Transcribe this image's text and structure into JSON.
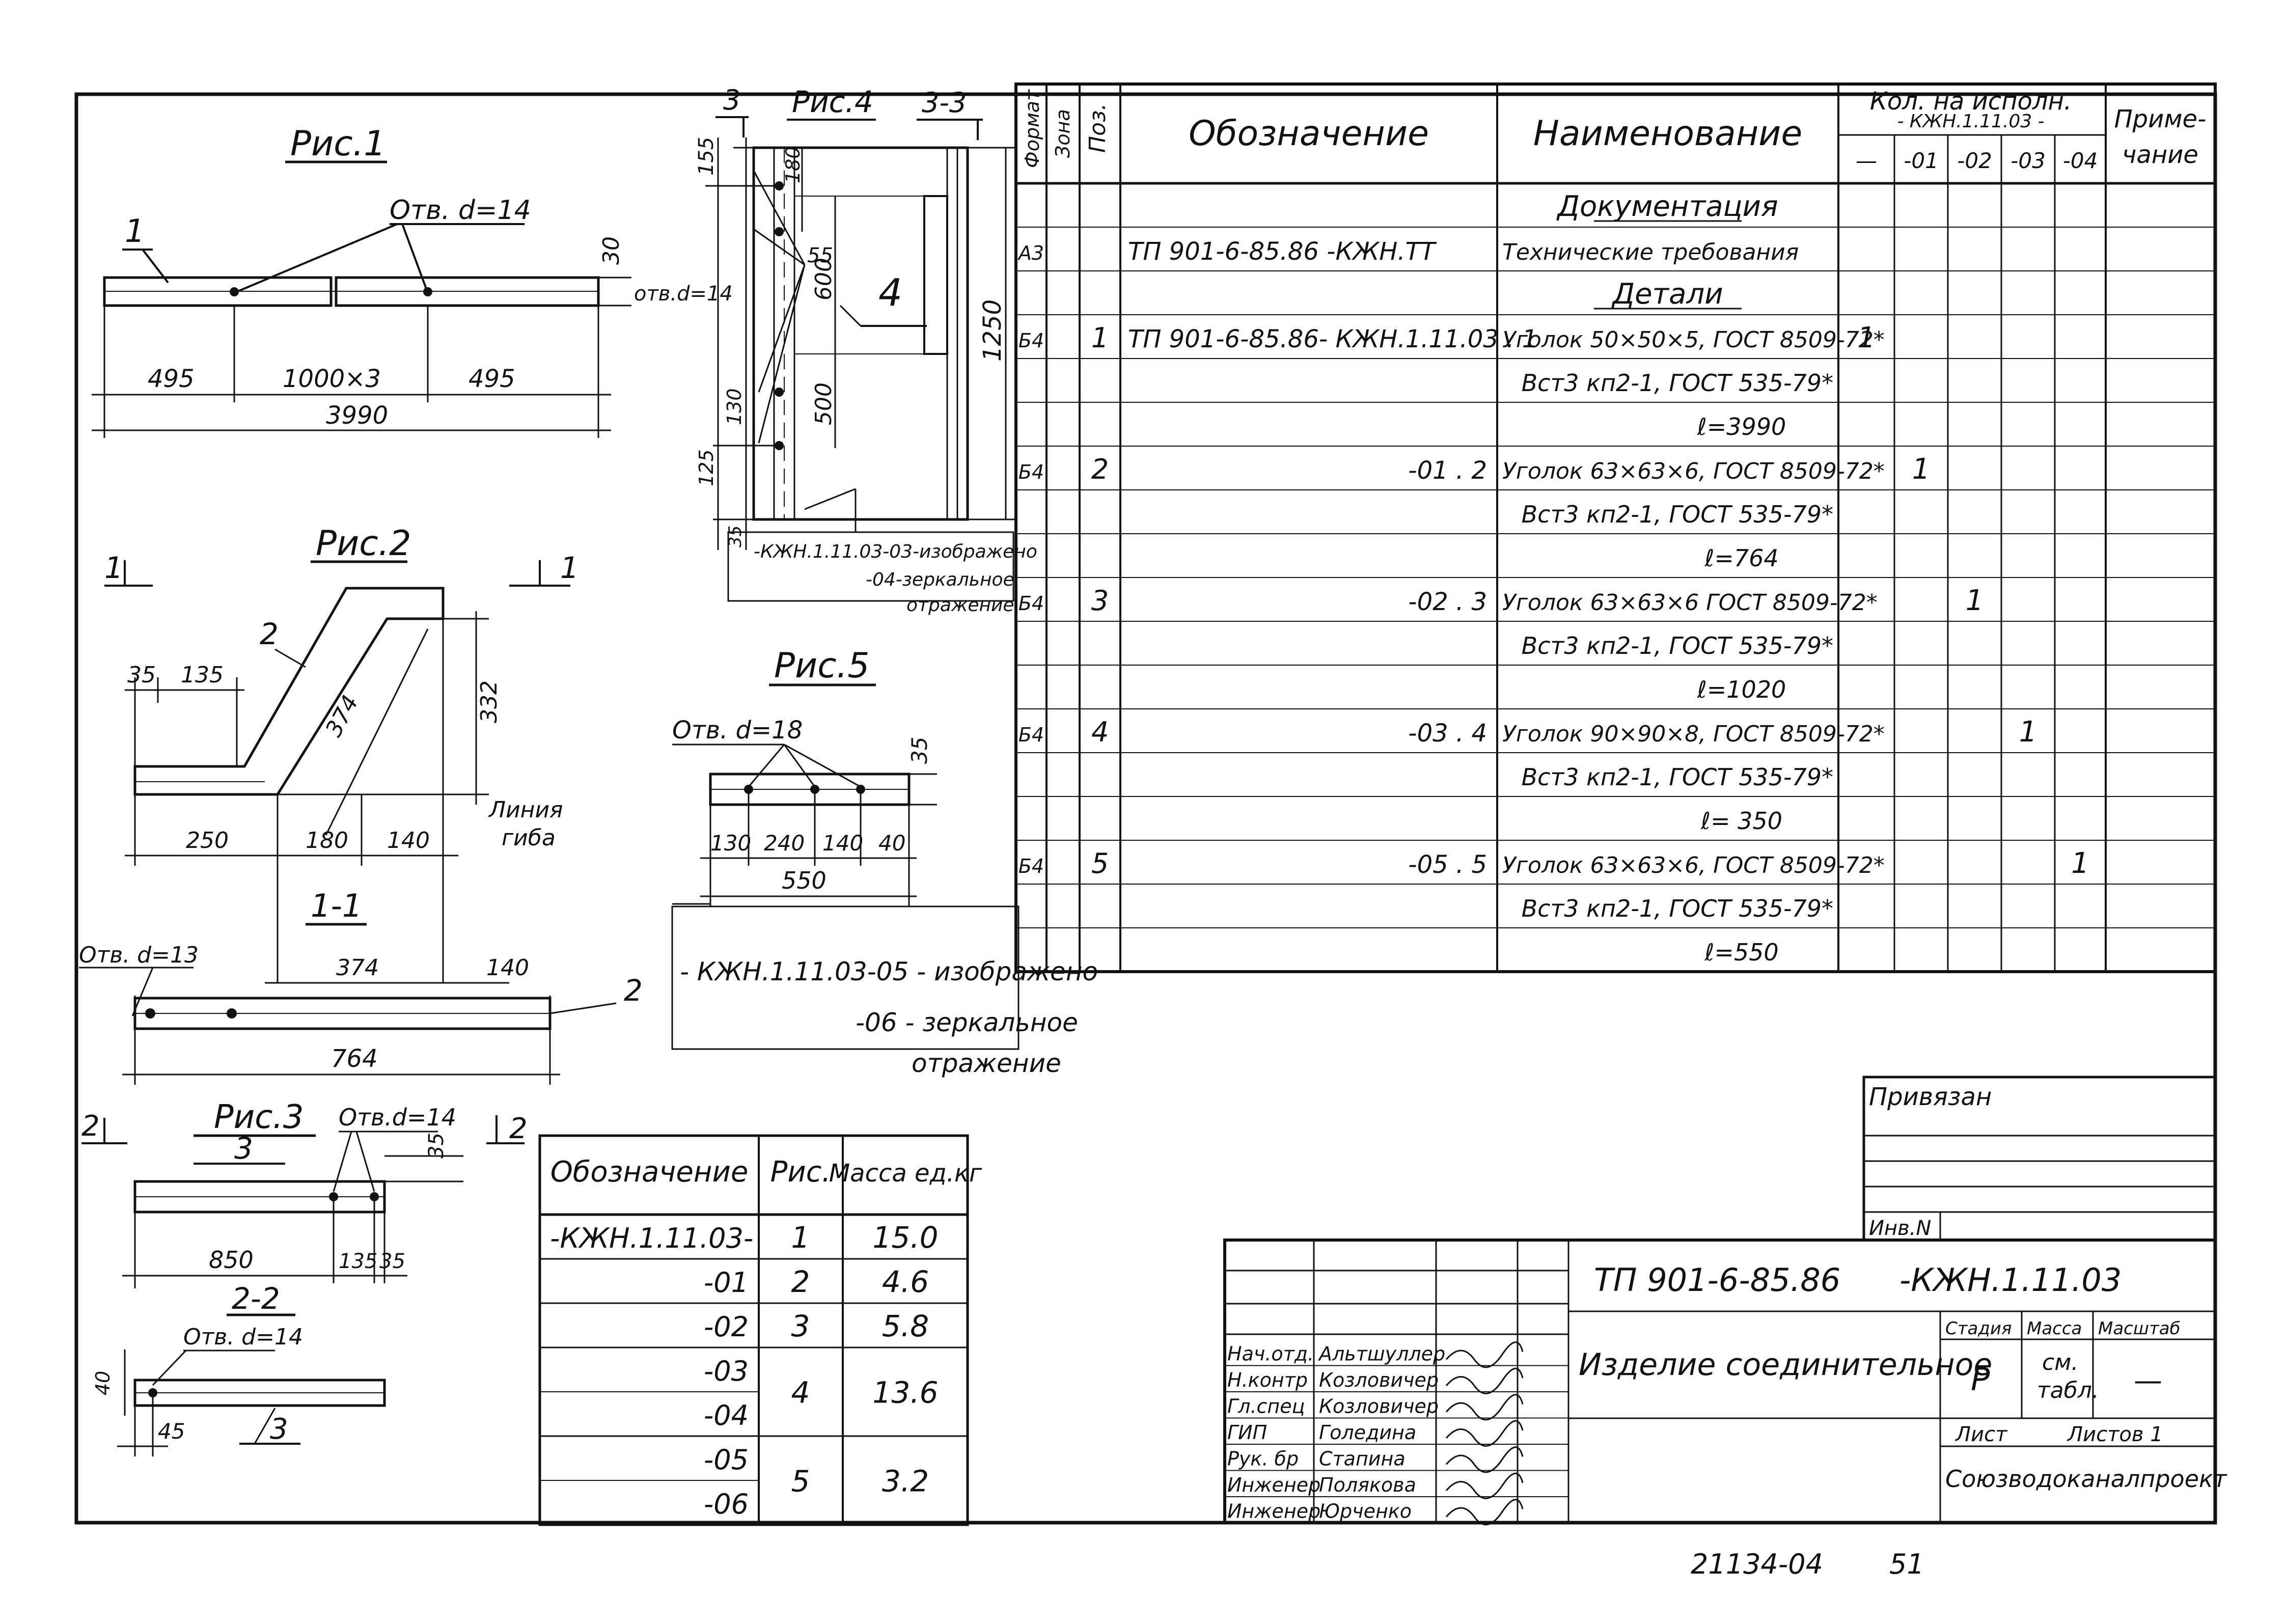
{
  "figures": {
    "fig1": {
      "title": "Рис.1",
      "hole": "Отв. d=14",
      "hole_side": "отв.d=14",
      "pos": "1",
      "thick": "30",
      "dims": [
        "495",
        "1000×3",
        "495"
      ],
      "total": "3990"
    },
    "fig2": {
      "title": "Рис.2",
      "pos": "2",
      "dims_top": [
        "35",
        "135"
      ],
      "diag": "374",
      "height": "332",
      "dims_bottom": [
        "250",
        "180",
        "140"
      ],
      "bend_line": [
        "Линия",
        "гиба"
      ],
      "cut1": "1",
      "cut1b": "1"
    },
    "sect11": {
      "title": "1-1",
      "hole": "Отв. d=13",
      "dims_top": [
        "374",
        "140"
      ],
      "pos": "2",
      "total": "764",
      "note1": "- КЖН.1.11.03-05 - изображено",
      "note2": "-06 - зеркальное",
      "note3": "отражение"
    },
    "fig3": {
      "title": "Рис.3",
      "hole": "Отв.d=14",
      "pos": "3",
      "thick": "35",
      "dims": [
        "850",
        "135",
        "35"
      ],
      "cut2": "2",
      "cut2b": "2"
    },
    "sect22": {
      "title": "2-2",
      "hole": "Отв. d=14",
      "dim_v": "40",
      "dim_h": "45",
      "pos": "3"
    },
    "fig4": {
      "title": "Рис.4",
      "sect_mark": "3",
      "sect_title": "3-3",
      "dims_left": [
        "155",
        "180",
        "55",
        "600",
        "500",
        "130",
        "125",
        "35"
      ],
      "total_v": "1250",
      "pos": "4",
      "note1": "-КЖН.1.11.03-03-изображено",
      "note2": "-04-зеркальное",
      "note3": "отражение"
    },
    "fig5": {
      "title": "Рис.5",
      "hole": "Отв. d=18",
      "thick": "35",
      "dims": [
        "130",
        "240",
        "140",
        "40"
      ],
      "total": "550"
    }
  },
  "spec": {
    "headers": {
      "format": "Формат",
      "zone": "Зона",
      "pos": "Поз.",
      "designation": "Обозначение",
      "name": "Наименование",
      "qty": "Кол. на исполн.",
      "qty_sub": "- КЖН.1.11.03 -",
      "note_a": "Приме-",
      "note_b": "чание",
      "variants": [
        "—",
        "-01",
        "-02",
        "-03",
        "-04"
      ]
    },
    "rows": [
      {
        "fmt": "",
        "zone": "",
        "pos": "",
        "des": "",
        "name": "Документация",
        "q": [
          "",
          "",
          "",
          "",
          ""
        ]
      },
      {
        "fmt": "А3",
        "zone": "",
        "pos": "",
        "des": "ТП 901-6-85.86    -КЖН.ТТ",
        "name": "Технические требования",
        "q": [
          "",
          "",
          "",
          "",
          ""
        ]
      },
      {
        "fmt": "",
        "zone": "",
        "pos": "",
        "des": "",
        "name": "Детали",
        "q": [
          "",
          "",
          "",
          "",
          ""
        ]
      },
      {
        "fmt": "Б4",
        "zone": "",
        "pos": "1",
        "des": "ТП 901-6-85.86- КЖН.1.11.03 . 1",
        "name": "Уголок 50×50×5, ГОСТ 8509-72*",
        "q": [
          "1",
          "",
          "",
          "",
          ""
        ]
      },
      {
        "fmt": "",
        "zone": "",
        "pos": "",
        "des": "",
        "name": "Вст3 кп2-1, ГОСТ 535-79*",
        "q": [
          "",
          "",
          "",
          "",
          ""
        ]
      },
      {
        "fmt": "",
        "zone": "",
        "pos": "",
        "des": "",
        "name": "ℓ=3990",
        "q": [
          "",
          "",
          "",
          "",
          ""
        ]
      },
      {
        "fmt": "Б4",
        "zone": "",
        "pos": "2",
        "des": "-01 . 2",
        "name": "Уголок 63×63×6, ГОСТ 8509-72*",
        "q": [
          "",
          "1",
          "",
          "",
          ""
        ]
      },
      {
        "fmt": "",
        "zone": "",
        "pos": "",
        "des": "",
        "name": "Вст3 кп2-1, ГОСТ 535-79*",
        "q": [
          "",
          "",
          "",
          "",
          ""
        ]
      },
      {
        "fmt": "",
        "zone": "",
        "pos": "",
        "des": "",
        "name": "ℓ=764",
        "q": [
          "",
          "",
          "",
          "",
          ""
        ]
      },
      {
        "fmt": "Б4",
        "zone": "",
        "pos": "3",
        "des": "-02 . 3",
        "name": "Уголок 63×63×6 ГОСТ 8509-72*",
        "q": [
          "",
          "",
          "1",
          "",
          ""
        ]
      },
      {
        "fmt": "",
        "zone": "",
        "pos": "",
        "des": "",
        "name": "Вст3 кп2-1, ГОСТ 535-79*",
        "q": [
          "",
          "",
          "",
          "",
          ""
        ]
      },
      {
        "fmt": "",
        "zone": "",
        "pos": "",
        "des": "",
        "name": "ℓ=1020",
        "q": [
          "",
          "",
          "",
          "",
          ""
        ]
      },
      {
        "fmt": "Б4",
        "zone": "",
        "pos": "4",
        "des": "-03 . 4",
        "name": "Уголок 90×90×8, ГОСТ 8509-72*",
        "q": [
          "",
          "",
          "",
          "1",
          ""
        ]
      },
      {
        "fmt": "",
        "zone": "",
        "pos": "",
        "des": "",
        "name": "Вст3 кп2-1, ГОСТ 535-79*",
        "q": [
          "",
          "",
          "",
          "",
          ""
        ]
      },
      {
        "fmt": "",
        "zone": "",
        "pos": "",
        "des": "",
        "name": "ℓ= 350",
        "q": [
          "",
          "",
          "",
          "",
          ""
        ]
      },
      {
        "fmt": "Б4",
        "zone": "",
        "pos": "5",
        "des": "-05 . 5",
        "name": "Уголок 63×63×6, ГОСТ 8509-72*",
        "q": [
          "",
          "",
          "",
          "",
          "1"
        ]
      },
      {
        "fmt": "",
        "zone": "",
        "pos": "",
        "des": "",
        "name": "Вст3 кп2-1, ГОСТ 535-79*",
        "q": [
          "",
          "",
          "",
          "",
          ""
        ]
      },
      {
        "fmt": "",
        "zone": "",
        "pos": "",
        "des": "",
        "name": "ℓ=550",
        "q": [
          "",
          "",
          "",
          "",
          ""
        ]
      }
    ]
  },
  "mass_table": {
    "headers": [
      "Обозначение",
      "Рис.",
      "Масса ед.кг"
    ],
    "rows": [
      {
        "des": "-КЖН.1.11.03-",
        "fig": "1",
        "mass": "15.0"
      },
      {
        "des": "-01",
        "fig": "2",
        "mass": "4.6"
      },
      {
        "des": "-02",
        "fig": "3",
        "mass": "5.8"
      },
      {
        "des": "-03",
        "fig": "4",
        "mass": "13.6"
      },
      {
        "des": "-04",
        "fig": "",
        "mass": ""
      },
      {
        "des": "-05",
        "fig": "5",
        "mass": "3.2"
      },
      {
        "des": "-06",
        "fig": "",
        "mass": ""
      }
    ]
  },
  "binding": {
    "title": "Привязан",
    "inv": "Инв.N"
  },
  "title_block": {
    "code": "ТП 901-6-85.86",
    "code2": "-КЖН.1.11.03",
    "name": "Изделие соединительное",
    "stage_h": "Стадия",
    "mass_h": "Масса",
    "scale_h": "Масштаб",
    "stage": "Р",
    "mass_a": "см.",
    "mass_b": "табл.",
    "scale": "—",
    "sheet": "Лист",
    "sheets": "Листов 1",
    "org": "Союзводоканалпроект",
    "staff": [
      {
        "role": "Нач.отд.",
        "name": "Альтшуллер"
      },
      {
        "role": "Н.контр",
        "name": "Козловичер"
      },
      {
        "role": "Гл.спец",
        "name": "Козловичер"
      },
      {
        "role": "ГИП",
        "name": "Голедина"
      },
      {
        "role": "Рук. бр",
        "name": "Стапина"
      },
      {
        "role": "Инженер",
        "name": "Полякова"
      },
      {
        "role": "Инженер",
        "name": "Юрченко"
      }
    ]
  },
  "footer": {
    "number": "21134-04",
    "page": "51"
  }
}
